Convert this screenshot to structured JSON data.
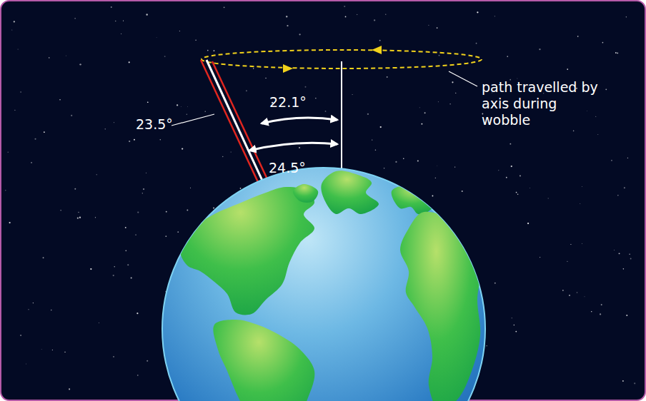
{
  "diagram": {
    "labels": [
      "23.5°",
      "22.1°",
      "24.5°",
      "path travelled by axis during wobble"
    ]
  }
}
